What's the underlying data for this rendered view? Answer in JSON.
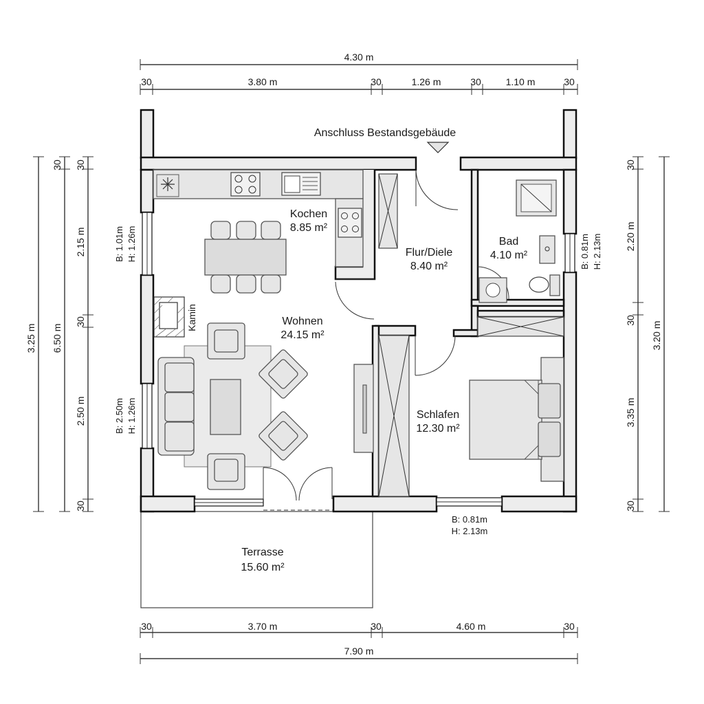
{
  "title": "Anschluss Bestandsgebäude",
  "rooms": {
    "kochen": {
      "name": "Kochen",
      "area": "8.85 m²"
    },
    "flur": {
      "name": "Flur/Diele",
      "area": "8.40 m²"
    },
    "bad": {
      "name": "Bad",
      "area": "4.10 m²"
    },
    "wohnen": {
      "name": "Wohnen",
      "area": "24.15 m²"
    },
    "schlafen": {
      "name": "Schlafen",
      "area": "12.30 m²"
    },
    "terrasse": {
      "name": "Terrasse",
      "area": "15.60 m²"
    },
    "kamin": {
      "name": "Kamin"
    }
  },
  "windows": {
    "left_upper": {
      "b": "B: 1.01m",
      "h": "H: 1.26m"
    },
    "left_lower": {
      "b": "B: 2.50m",
      "h": "H: 1.26m"
    },
    "right_bad": {
      "b": "B: 0.81m",
      "h": "H: 2.13m"
    },
    "bottom_schlafen": {
      "b": "B: 0.81m",
      "h": "H: 2.13m"
    }
  },
  "dimensions": {
    "top_total": "4.30 m",
    "top_row": [
      "30",
      "3.80 m",
      "30",
      "1.26 m",
      "30",
      "1.10 m",
      "30"
    ],
    "bottom_row": [
      "30",
      "3.70 m",
      "30",
      "4.60 m",
      "30"
    ],
    "bottom_total": "7.90 m",
    "left_outer": "3.25 m",
    "left_middle": "6.50 m",
    "left_inner": [
      "30",
      "2.15 m",
      "30",
      "2.50 m",
      "30"
    ],
    "left_inner_top_extra": "30",
    "right_inner": [
      "30",
      "2.20 m",
      "30",
      "3.35 m",
      "30"
    ],
    "right_outer": "3.20 m"
  }
}
